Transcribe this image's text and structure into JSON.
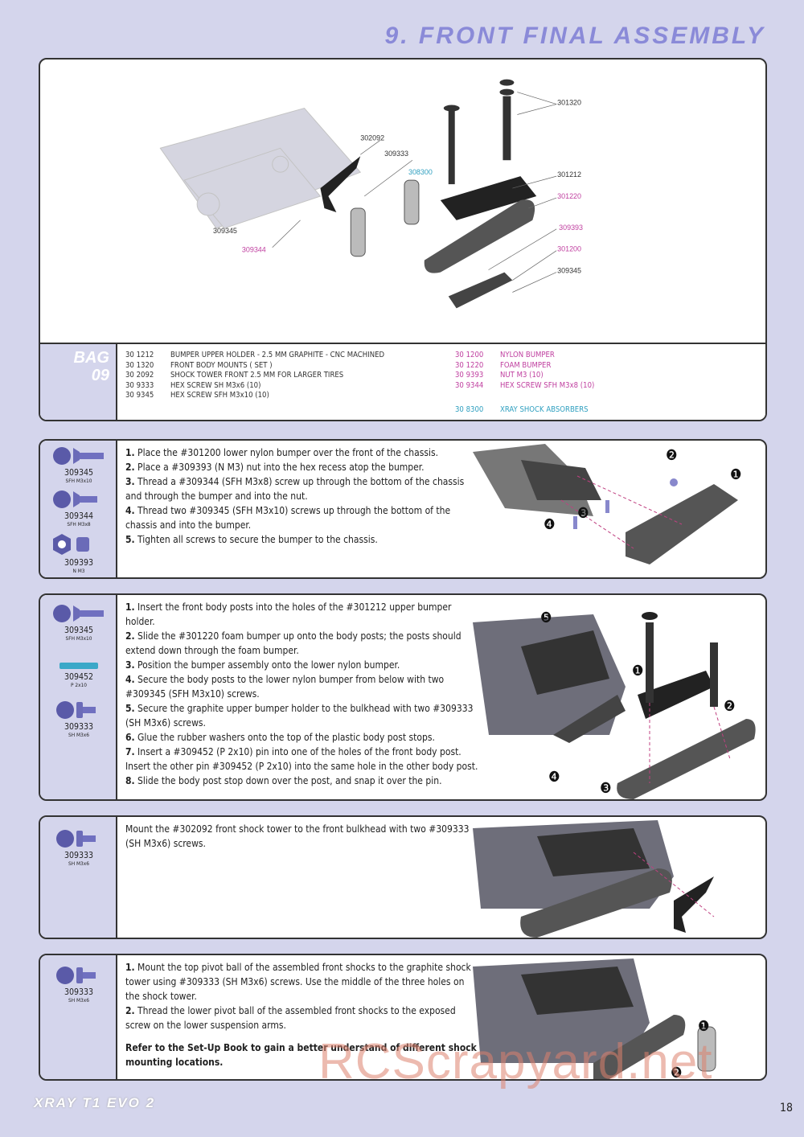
{
  "page": {
    "title": "9. FRONT FINAL ASSEMBLY",
    "page_number": "18",
    "logo": "XRAY T1 EVO",
    "logo_mark": "2",
    "watermark": "RCScrapyard.net"
  },
  "diagram": {
    "callouts": [
      "301320",
      "302092",
      "309333",
      "308300",
      "301212",
      "301220",
      "309393",
      "301200",
      "309345",
      "309345",
      "309344"
    ]
  },
  "bag": {
    "label_1": "BAG",
    "label_2": "09",
    "left_parts": [
      {
        "num": "30 1212",
        "desc": "BUMPER UPPER HOLDER - 2.5 MM GRAPHITE - CNC MACHINED"
      },
      {
        "num": "30 1320",
        "desc": "FRONT BODY MOUNTS ( SET )"
      },
      {
        "num": "30 2092",
        "desc": "SHOCK TOWER FRONT 2.5 MM FOR LARGER TIRES"
      },
      {
        "num": "30 9333",
        "desc": "HEX SCREW  SH M3x6  (10)"
      },
      {
        "num": "30 9345",
        "desc": "HEX SCREW  SFH M3x10  (10)"
      }
    ],
    "right_parts": [
      {
        "num": "30 1200",
        "desc": "NYLON BUMPER"
      },
      {
        "num": "30 1220",
        "desc": "FOAM BUMPER"
      },
      {
        "num": "30 9393",
        "desc": "NUT M3  (10)"
      },
      {
        "num": "30 9344",
        "desc": "HEX SCREW  SFH M3x8  (10)"
      }
    ],
    "extra_part": {
      "num": "30 8300",
      "desc": "XRAY SHOCK ABSORBERS"
    }
  },
  "steps": [
    {
      "hardware": [
        {
          "code": "309345",
          "spec": "SFH M3x10"
        },
        {
          "code": "309344",
          "spec": "SFH M3x8"
        },
        {
          "code": "309393",
          "spec": "N M3"
        }
      ],
      "lines": [
        {
          "n": "1.",
          "t": " Place the #301200 lower nylon bumper over the front of the chassis."
        },
        {
          "n": "2.",
          "t": " Place a #309393 (N M3) nut into the hex recess atop the bumper."
        },
        {
          "n": "3.",
          "t": " Thread a #309344 (SFH M3x8) screw up through the bottom of the chassis and through the bumper and into the nut."
        },
        {
          "n": "4.",
          "t": " Thread two #309345 (SFH M3x10) screws up through the bottom of the chassis and into the bumper."
        },
        {
          "n": "5.",
          "t": " Tighten all screws to secure the bumper to the chassis."
        }
      ],
      "markers": [
        "❷",
        "❶",
        "❸",
        "❹"
      ]
    },
    {
      "hardware": [
        {
          "code": "309345",
          "spec": "SFH M3x10"
        },
        {
          "code": "309452",
          "spec": "P 2x10"
        },
        {
          "code": "309333",
          "spec": "SH M3x6"
        }
      ],
      "lines": [
        {
          "n": "1.",
          "t": " Insert the front body posts into the holes of the #301212 upper bumper holder."
        },
        {
          "n": "2.",
          "t": " Slide the #301220 foam bumper up onto the body posts; the posts should extend down through the foam bumper."
        },
        {
          "n": "3.",
          "t": " Position the bumper assembly onto the lower nylon bumper."
        },
        {
          "n": "4.",
          "t": " Secure the body posts to the lower nylon bumper from below with two #309345 (SFH M3x10) screws."
        },
        {
          "n": "5.",
          "t": " Secure the graphite upper bumper holder to the bulkhead with two #309333 (SH M3x6) screws."
        },
        {
          "n": "6.",
          "t": " Glue the rubber washers onto the top of the plastic body post stops."
        },
        {
          "n": "7.",
          "t": " Insert a #309452 (P 2x10) pin into one of the holes of the front body post. Insert the other pin #309452 (P 2x10) into the same hole in the other body post."
        },
        {
          "n": "8.",
          "t": " Slide the body post stop down over the post, and snap it over the pin."
        }
      ],
      "markers": [
        "❺",
        "❶",
        "❷",
        "❹",
        "❸"
      ]
    },
    {
      "hardware": [
        {
          "code": "309333",
          "spec": "SH M3x6"
        }
      ],
      "lines": [
        {
          "n": "",
          "t": "Mount the #302092 front shock tower to the front bulkhead with two #309333 (SH M3x6) screws."
        }
      ],
      "markers": []
    },
    {
      "hardware": [
        {
          "code": "309333",
          "spec": "SH M3x6"
        }
      ],
      "lines": [
        {
          "n": "1.",
          "t": " Mount the top pivot ball of the assembled front shocks to the graphite shock tower using #309333 (SH M3x6) screws. Use the middle of the three holes on the shock tower."
        },
        {
          "n": "2.",
          "t": " Thread the lower pivot ball of the assembled front shocks to the exposed screw on the lower suspension arms."
        }
      ],
      "note": "Refer to the Set-Up Book to gain a better understand of different shock mounting locations.",
      "markers": [
        "❶",
        "❷"
      ]
    }
  ]
}
